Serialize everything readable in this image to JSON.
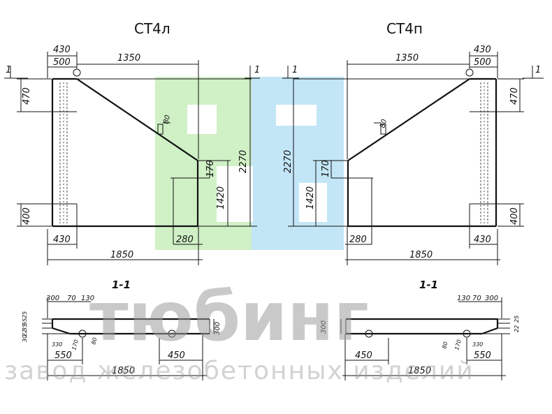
{
  "panels": {
    "left": {
      "title": "СТ4л"
    },
    "right": {
      "title": "СТ4п"
    }
  },
  "dims": {
    "d430": "430",
    "d500": "500",
    "d1350": "1350",
    "d470": "470",
    "d80": "80",
    "d2270": "2270",
    "d170": "170",
    "d1420": "1420",
    "d400": "400",
    "d280": "280",
    "d1850": "1850"
  },
  "cut_mark": "1",
  "section": {
    "title": "1-1",
    "d300": "300",
    "d70": "70",
    "d130": "130",
    "d80": "80",
    "d330": "330",
    "d170": "170",
    "d550": "550",
    "d450": "450",
    "d1850": "1850",
    "left_stack": [
      "25",
      "55",
      "35",
      "22",
      "30"
    ]
  },
  "watermark": {
    "brand": "тюбинг",
    "subtitle": "завод железобетонных изделий"
  },
  "colors": {
    "logo_green": "#b7e8a8",
    "logo_blue": "#a9dcf4",
    "watermark_gray": "#9c9c9c"
  }
}
